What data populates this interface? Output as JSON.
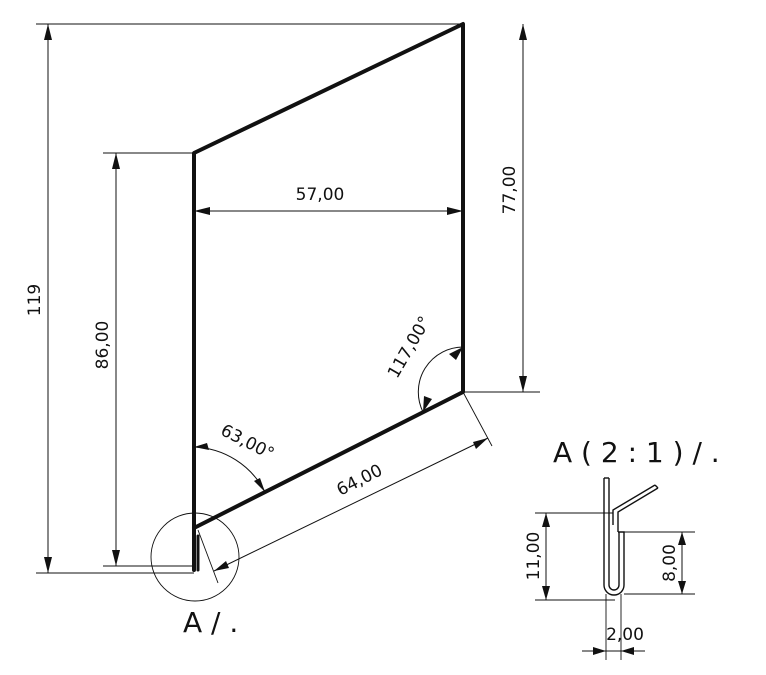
{
  "drawing": {
    "dimensions": {
      "total_height": "119",
      "left_height": "86,00",
      "width": "57,00",
      "right_height": "77,00",
      "angle_obtuse": "117,00°",
      "angle_acute": "63,00°",
      "bottom_length": "64,00"
    },
    "detail_callout": "A / .",
    "detail_view": {
      "title": "A ( 2 : 1 ) / .",
      "outer_height": "11,00",
      "inner_height": "8,00",
      "thickness_gap": "2,00"
    }
  }
}
